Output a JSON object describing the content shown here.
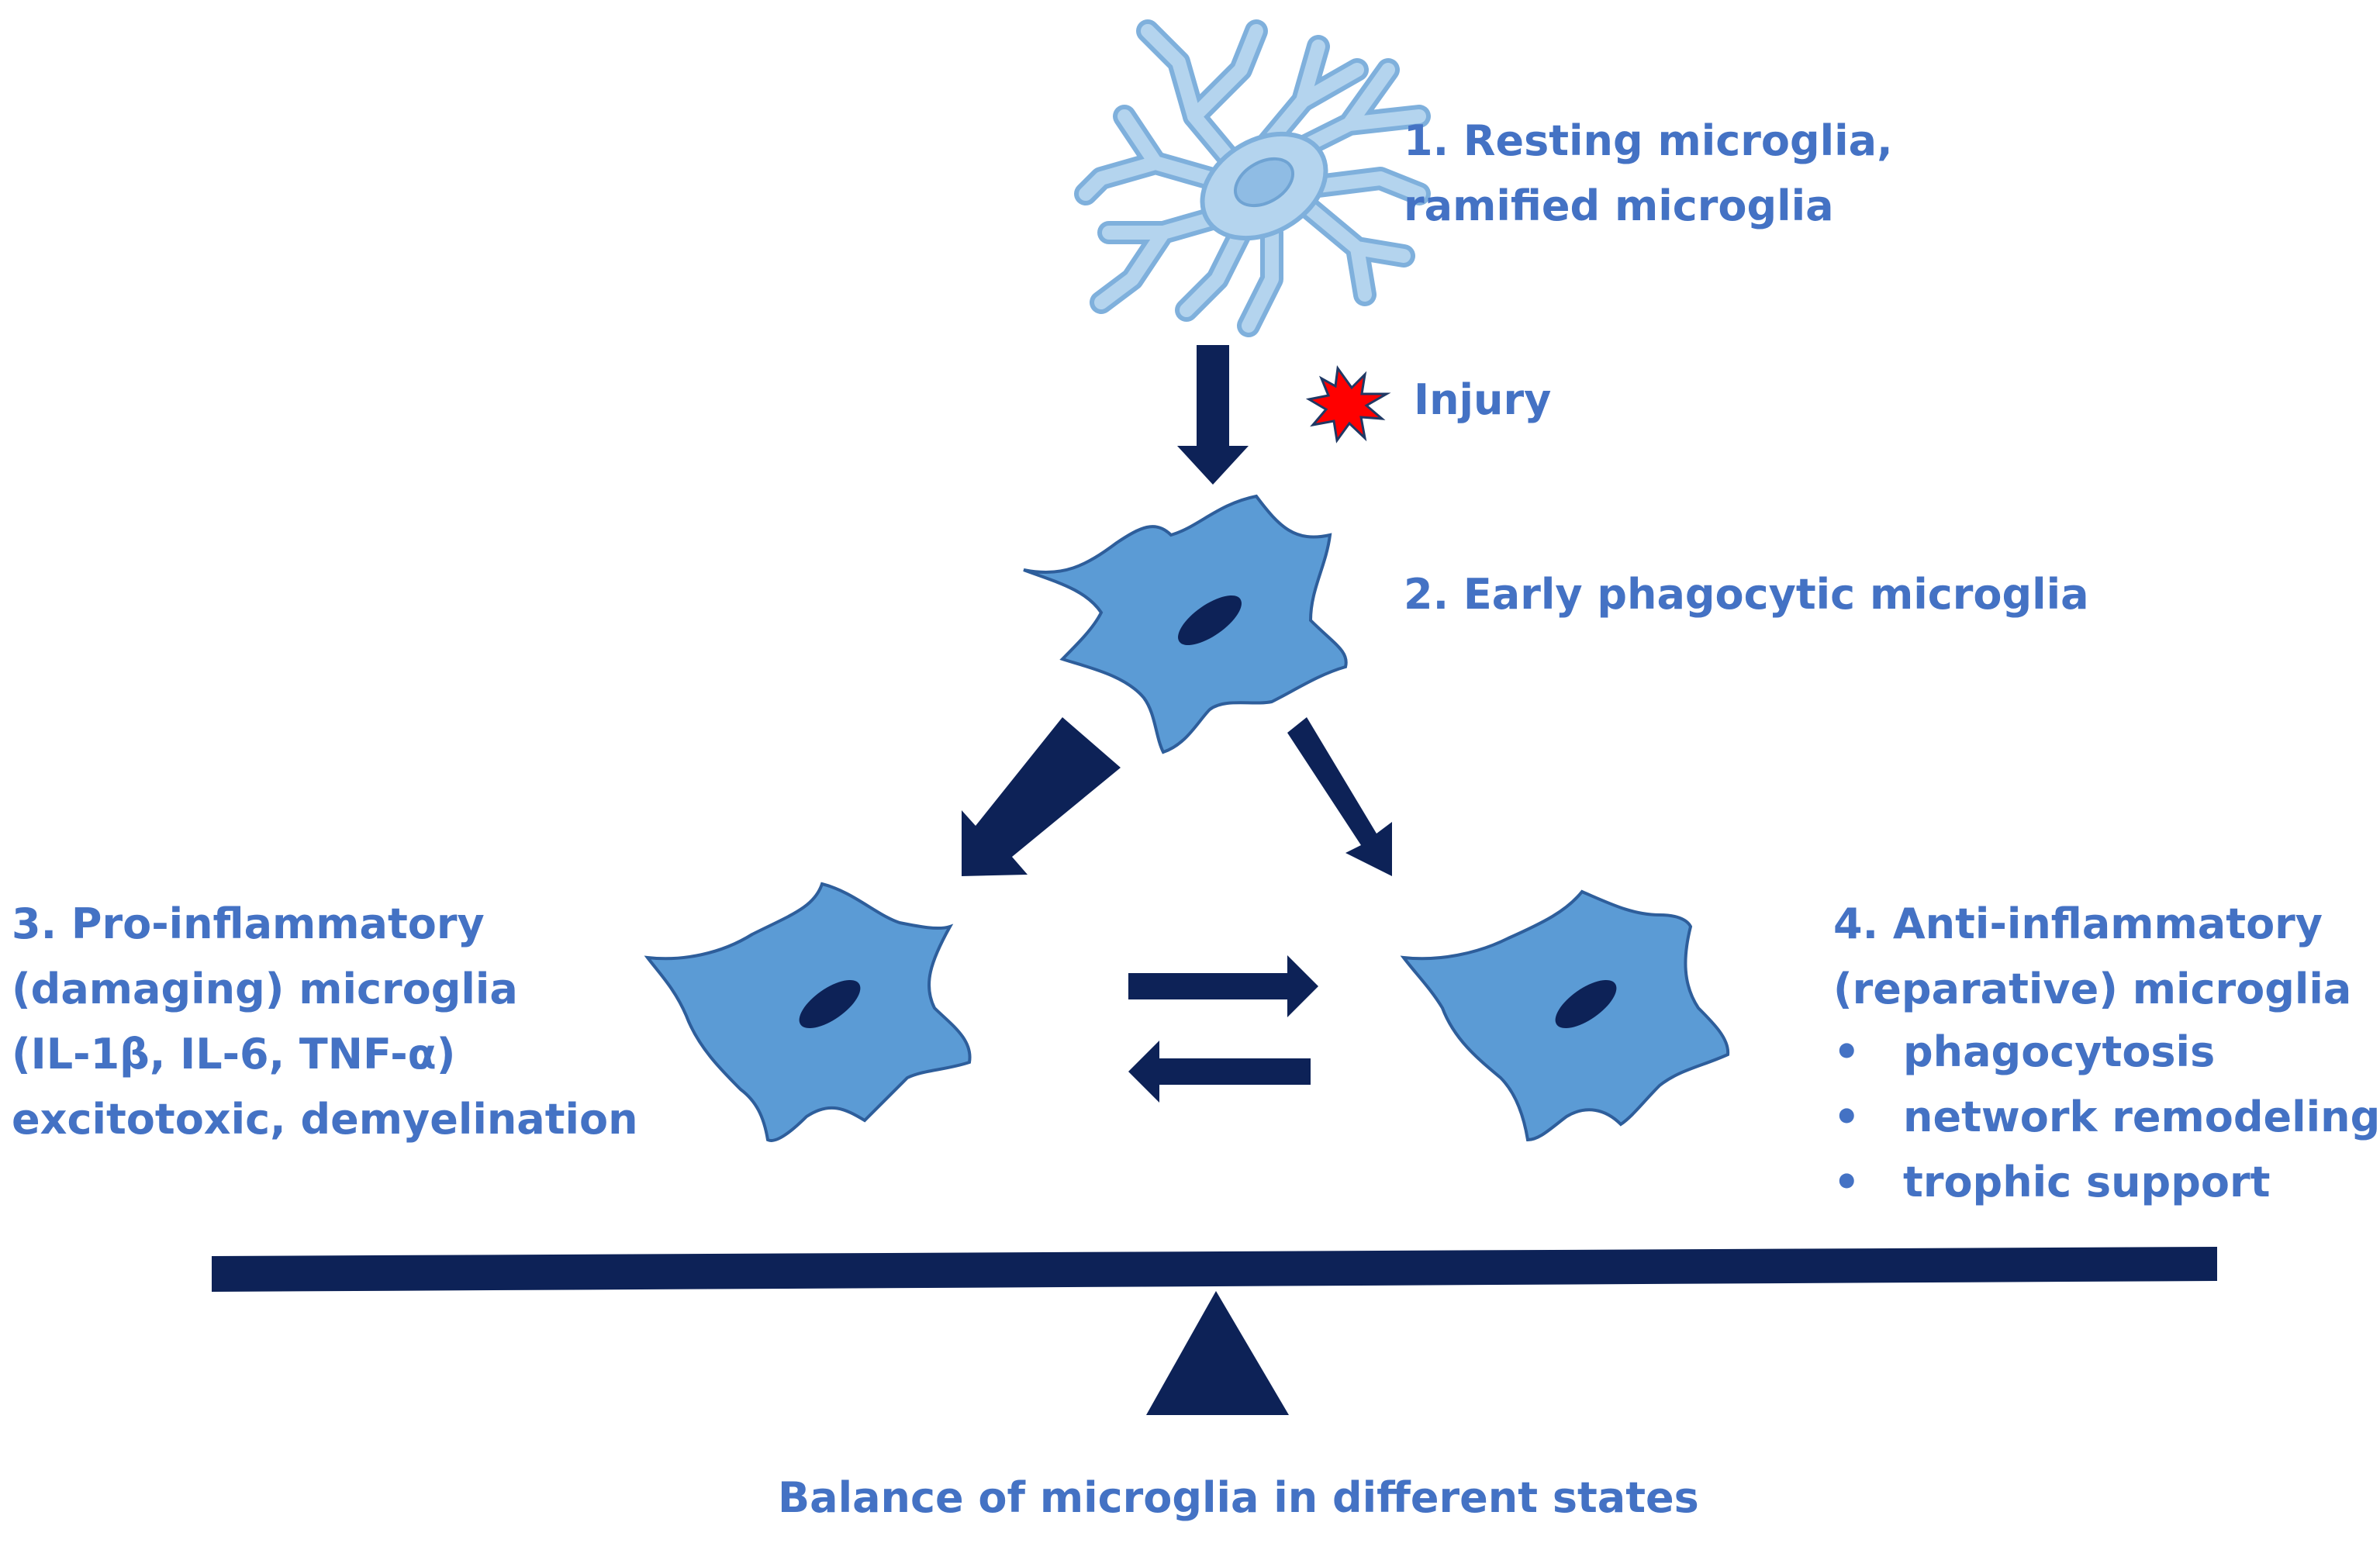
{
  "labels": {
    "resting": [
      "1. Resting microglia,",
      "ramified microglia"
    ],
    "injury": "Injury",
    "early": "2. Early phagocytic microglia",
    "pro": [
      "3. Pro-inflammatory",
      "(damaging) microglia",
      "(IL-1β, IL-6, TNF-α)",
      "excitotoxic, demyelination"
    ],
    "anti": [
      "4. Anti-inflammatory",
      "(reparative) microglia"
    ],
    "anti_bullets": [
      "phagocytosis",
      "network remodeling",
      "trophic support"
    ],
    "bullet_char": "•",
    "caption": "Balance of microglia in different states"
  },
  "colors": {
    "text": "#4472C4",
    "navy": "#0D2257",
    "cell_fill": "#5B9BD5",
    "cell_stroke": "#2E5E9B",
    "resting_fill": "#B4D4EE",
    "resting_stroke": "#7FB0DC",
    "injury_fill": "#FF0000",
    "injury_stroke": "#1F3864"
  },
  "icons": {
    "resting_cell": "ramified-microglia-icon",
    "early_cell": "amoeboid-microglia-icon",
    "pro_cell": "amoeboid-microglia-icon",
    "anti_cell": "amoeboid-microglia-icon",
    "injury": "starburst-icon",
    "balance": "seesaw-balance-icon"
  }
}
